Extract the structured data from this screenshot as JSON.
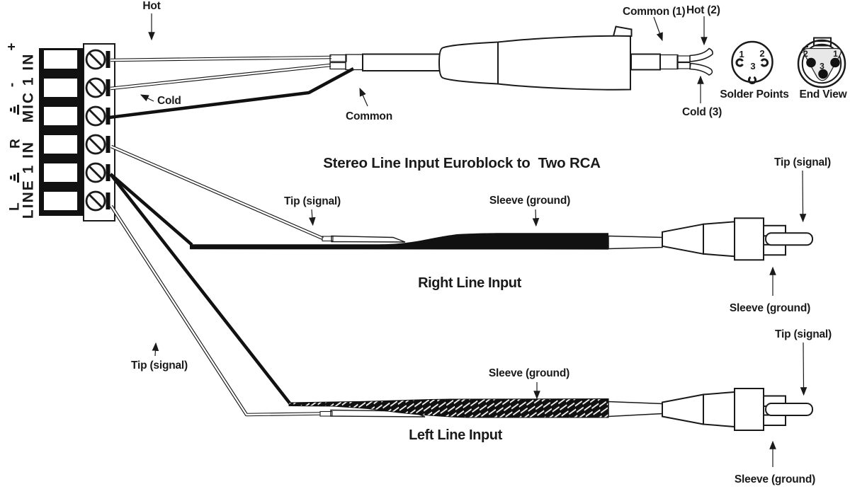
{
  "title": "Stereo Line Input Euroblock to  Two RCA",
  "euroblock": {
    "mic_label": "MIC 1 IN",
    "mic_plus": "+",
    "mic_minus": "-",
    "line_label": "LINE 1 IN",
    "line_right": "R",
    "line_left": "L"
  },
  "mic_cable": {
    "hot": "Hot",
    "cold": "Cold",
    "common": "Common",
    "common_pin": "Common (1)",
    "hot_pin": "Hot (2)",
    "cold_pin": "Cold (3)"
  },
  "xlr": {
    "solder_points_label": "Solder Points",
    "end_view_label": "End View",
    "pin1": "1",
    "pin2": "2",
    "pin3": "3"
  },
  "right_line": {
    "label": "Right Line Input",
    "tip": "Tip (signal)",
    "sleeve": "Sleeve (ground)"
  },
  "left_line": {
    "label": "Left Line Input",
    "tip": "Tip (signal)",
    "sleeve": "Sleeve (ground)"
  },
  "colors": {
    "ink": "#1a1a1a",
    "cable_black": "#111111",
    "ferrule_gray": "#b5b5b5",
    "insert_gray": "#e8e8e8"
  }
}
